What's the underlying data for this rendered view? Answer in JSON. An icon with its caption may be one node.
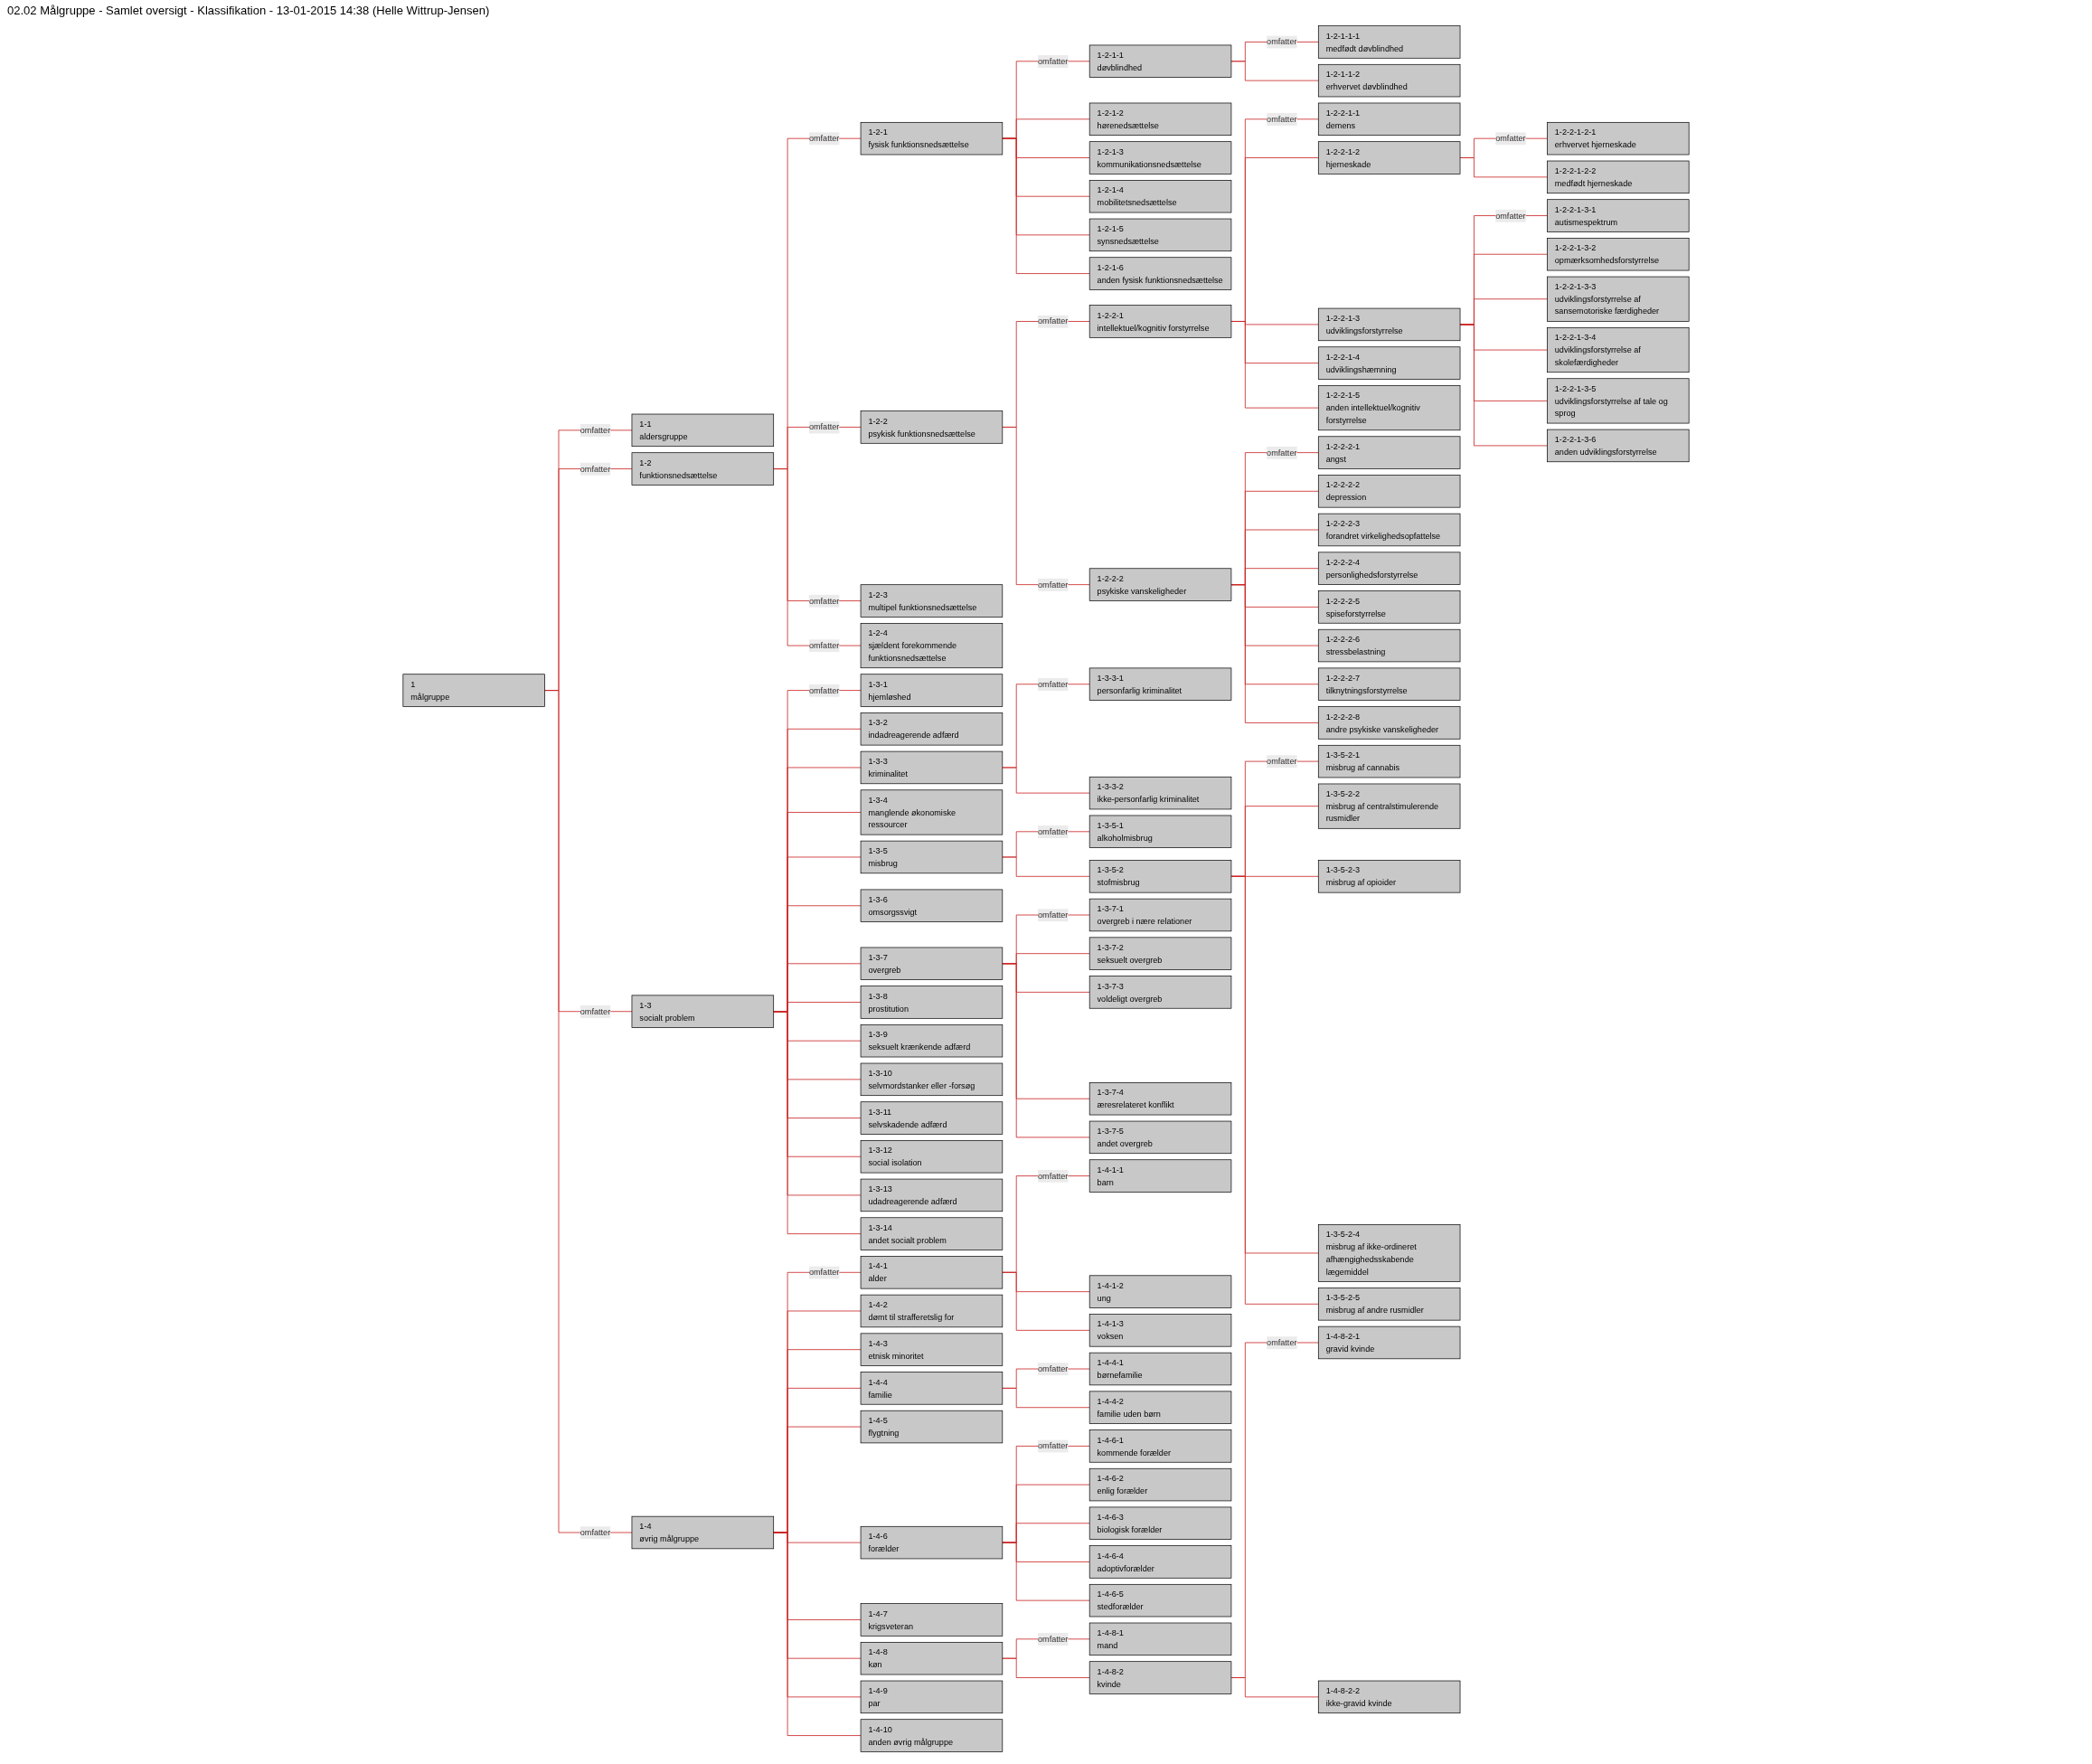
{
  "diagram": {
    "title": "02.02 Målgruppe - Samlet oversigt - Klassifikation - 13-01-2015 14:38 (Helle Wittrup-Jensen)",
    "nodes": [
      {
        "text": [
          "1",
          "målgruppe"
        ]
      },
      {
        "text": [
          "1-1",
          "aldersgruppe"
        ]
      },
      {
        "text": [
          "1-2",
          "funktionsnedsættelse"
        ]
      },
      {
        "text": [
          "1-2-1",
          "fysisk funktionsnedsættelse"
        ]
      },
      {
        "text": [
          "1-2-1-1",
          "døvblindhed"
        ]
      },
      {
        "text": [
          "1-2-1-1-1",
          "medfødt døvblindhed"
        ]
      },
      {
        "text": [
          "1-2-1-1-2",
          "erhvervet døvblindhed"
        ]
      },
      {
        "text": [
          "1-2-1-2",
          "hørenedsættelse"
        ]
      },
      {
        "text": [
          "1-2-1-3",
          "kommunikationsnedsættelse"
        ]
      },
      {
        "text": [
          "1-2-1-4",
          "mobilitetsnedsættelse"
        ]
      },
      {
        "text": [
          "1-2-1-5",
          "synsnedsættelse"
        ]
      },
      {
        "text": [
          "1-2-1-6",
          "anden fysisk funktionsnedsættelse"
        ]
      },
      {
        "text": [
          "1-2-2",
          "psykisk funktionsnedsættelse"
        ]
      },
      {
        "text": [
          "1-2-2-1",
          "intellektuel/kognitiv forstyrrelse"
        ]
      },
      {
        "text": [
          "1-2-2-1-1",
          "demens"
        ]
      },
      {
        "text": [
          "1-2-2-1-2",
          "hjerneskade"
        ]
      },
      {
        "text": [
          "1-2-2-1-2-1",
          "erhvervet hjerneskade"
        ]
      },
      {
        "text": [
          "1-2-2-1-2-2",
          "medfødt hjerneskade"
        ]
      },
      {
        "text": [
          "1-2-2-1-3",
          "udviklingsforstyrrelse"
        ]
      },
      {
        "text": [
          "1-2-2-1-3-1",
          "autismespektrum"
        ]
      },
      {
        "text": [
          "1-2-2-1-3-2",
          "opmærksomhedsforstyrrelse"
        ]
      },
      {
        "text": [
          "1-2-2-1-3-3",
          "udviklingsforstyrrelse af sansemotoriske færdigheder"
        ]
      },
      {
        "text": [
          "1-2-2-1-3-4",
          "udviklingsforstyrrelse af skolefærdigheder"
        ]
      },
      {
        "text": [
          "1-2-2-1-3-5",
          "udviklingsforstyrrelse af tale og sprog"
        ]
      },
      {
        "text": [
          "1-2-2-1-3-6",
          "anden udviklingsforstyrrelse"
        ]
      },
      {
        "text": [
          "1-2-2-1-4",
          "udviklingshæmning"
        ]
      },
      {
        "text": [
          "1-2-2-1-5",
          "anden intellektuel/kognitiv forstyrrelse"
        ]
      },
      {
        "text": [
          "1-2-2-2",
          "psykiske vanskeligheder"
        ]
      },
      {
        "text": [
          "1-2-2-2-1",
          "angst"
        ]
      },
      {
        "text": [
          "1-2-2-2-2",
          "depression"
        ]
      },
      {
        "text": [
          "1-2-2-2-3",
          "forandret virkelighedsopfattelse"
        ]
      },
      {
        "text": [
          "1-2-2-2-4",
          "personlighedsforstyrrelse"
        ]
      },
      {
        "text": [
          "1-2-2-2-5",
          "spiseforstyrrelse"
        ]
      },
      {
        "text": [
          "1-2-2-2-6",
          "stressbelastning"
        ]
      },
      {
        "text": [
          "1-2-2-2-7",
          "tilknytningsforstyrrelse"
        ]
      },
      {
        "text": [
          "1-2-2-2-8",
          "andre psykiske vanskeligheder"
        ]
      },
      {
        "text": [
          "1-2-3",
          "multipel funktionsnedsættelse"
        ]
      },
      {
        "text": [
          "1-2-4",
          "sjældent forekommende funktionsnedsættelse"
        ]
      },
      {
        "text": [
          "1-3",
          "socialt problem"
        ]
      },
      {
        "text": [
          "1-3-1",
          "hjemløshed"
        ]
      },
      {
        "text": [
          "1-3-2",
          "indadreagerende adfærd"
        ]
      },
      {
        "text": [
          "1-3-3",
          "kriminalitet"
        ]
      },
      {
        "text": [
          "1-3-3-1",
          "personfarlig kriminalitet"
        ]
      },
      {
        "text": [
          "1-3-3-2",
          "ikke-personfarlig kriminalitet"
        ]
      },
      {
        "text": [
          "1-3-4",
          "manglende økonomiske ressourcer"
        ]
      },
      {
        "text": [
          "1-3-5",
          "misbrug"
        ]
      },
      {
        "text": [
          "1-3-5-1",
          "alkoholmisbrug"
        ]
      },
      {
        "text": [
          "1-3-5-2",
          "stofmisbrug"
        ]
      },
      {
        "text": [
          "1-3-5-2-1",
          "misbrug af cannabis"
        ]
      },
      {
        "text": [
          "1-3-5-2-2",
          "misbrug af centralstimulerende rusmidler"
        ]
      },
      {
        "text": [
          "1-3-5-2-3",
          "misbrug af opioider"
        ]
      },
      {
        "text": [
          "1-3-5-2-4",
          "misbrug af ikke-ordineret afhængighedsskabende lægemiddel"
        ]
      },
      {
        "text": [
          "1-3-5-2-5",
          "misbrug af andre rusmidler"
        ]
      },
      {
        "text": [
          "1-3-6",
          "omsorgssvigt"
        ]
      },
      {
        "text": [
          "1-3-7",
          "overgreb"
        ]
      },
      {
        "text": [
          "1-3-7-1",
          "overgreb i nære relationer"
        ]
      },
      {
        "text": [
          "1-3-7-2",
          "seksuelt overgreb"
        ]
      },
      {
        "text": [
          "1-3-7-3",
          "voldeligt overgreb"
        ]
      },
      {
        "text": [
          "1-3-7-4",
          "æresrelateret konflikt"
        ]
      },
      {
        "text": [
          "1-3-7-5",
          "andet overgreb"
        ]
      },
      {
        "text": [
          "1-3-8",
          "prostitution"
        ]
      },
      {
        "text": [
          "1-3-9",
          "seksuelt krænkende adfærd"
        ]
      },
      {
        "text": [
          "1-3-10",
          "selvmordstanker eller -forsøg"
        ]
      },
      {
        "text": [
          "1-3-11",
          "selvskadende adfærd"
        ]
      },
      {
        "text": [
          "1-3-12",
          "social isolation"
        ]
      },
      {
        "text": [
          "1-3-13",
          "udadreagerende adfærd"
        ]
      },
      {
        "text": [
          "1-3-14",
          "andet socialt problem"
        ]
      },
      {
        "text": [
          "1-4",
          "øvrig målgruppe"
        ]
      },
      {
        "text": [
          "1-4-1",
          "alder"
        ]
      },
      {
        "text": [
          "1-4-1-1",
          "barn"
        ]
      },
      {
        "text": [
          "1-4-1-2",
          "ung"
        ]
      },
      {
        "text": [
          "1-4-1-3",
          "voksen"
        ]
      },
      {
        "text": [
          "1-4-2",
          "dømt til strafferetslig for"
        ]
      },
      {
        "text": [
          "1-4-3",
          "etnisk minoritet"
        ]
      },
      {
        "text": [
          "1-4-4",
          "familie"
        ]
      },
      {
        "text": [
          "1-4-4-1",
          "børnefamilie"
        ]
      },
      {
        "text": [
          "1-4-4-2",
          "familie uden børn"
        ]
      },
      {
        "text": [
          "1-4-5",
          "flygtning"
        ]
      },
      {
        "text": [
          "1-4-6",
          "forælder"
        ]
      },
      {
        "text": [
          "1-4-6-1",
          "kommende forælder"
        ]
      },
      {
        "text": [
          "1-4-6-2",
          "enlig forælder"
        ]
      },
      {
        "text": [
          "1-4-6-3",
          "biologisk forælder"
        ]
      },
      {
        "text": [
          "1-4-6-4",
          "adoptivforælder"
        ]
      },
      {
        "text": [
          "1-4-6-5",
          "stedforælder"
        ]
      },
      {
        "text": [
          "1-4-7",
          "krigsveteran"
        ]
      },
      {
        "text": [
          "1-4-8",
          "køn"
        ]
      },
      {
        "text": [
          "1-4-8-1",
          "mand"
        ]
      },
      {
        "text": [
          "1-4-8-2",
          "kvinde"
        ]
      },
      {
        "text": [
          "1-4-8-2-1",
          "gravid kvinde"
        ]
      },
      {
        "text": [
          "1-4-8-2-2",
          "ikke-gravid kvinde"
        ]
      },
      {
        "text": [
          "1-4-9",
          "par"
        ]
      },
      {
        "text": [
          "1-4-10",
          "anden øvrig målgruppe"
        ]
      }
    ],
    "edges": [
      {
        "from": 0,
        "to": 1,
        "arrow": "none",
        "label": "omfatter"
      },
      {
        "from": 0,
        "to": 2,
        "arrow": "none",
        "label": "omfatter"
      },
      {
        "from": 0,
        "to": 38,
        "arrow": "none",
        "label": "omfatter"
      },
      {
        "from": 0,
        "to": 67,
        "arrow": "none",
        "label": "omfatter"
      },
      {
        "from": 2,
        "to": 3,
        "arrow": "none",
        "label": "omfatter"
      },
      {
        "from": 2,
        "to": 12,
        "arrow": "none",
        "label": "omfatter"
      },
      {
        "from": 2,
        "to": 36,
        "arrow": "none",
        "label": "omfatter"
      },
      {
        "from": 2,
        "to": 37,
        "arrow": "none",
        "label": "omfatter"
      },
      {
        "from": 3,
        "to": 4,
        "arrow": "none",
        "label": "omfatter"
      },
      {
        "from": 3,
        "to": 7,
        "arrow": "none"
      },
      {
        "from": 3,
        "to": 8,
        "arrow": "none"
      },
      {
        "from": 3,
        "to": 9,
        "arrow": "none"
      },
      {
        "from": 3,
        "to": 10,
        "arrow": "none"
      },
      {
        "from": 3,
        "to": 11,
        "arrow": "none"
      },
      {
        "from": 4,
        "to": 5,
        "arrow": "none",
        "label": "omfatter"
      },
      {
        "from": 4,
        "to": 6,
        "arrow": "none"
      },
      {
        "from": 12,
        "to": 13,
        "arrow": "none",
        "label": "omfatter"
      },
      {
        "from": 12,
        "to": 27,
        "arrow": "none",
        "label": "omfatter"
      },
      {
        "from": 13,
        "to": 14,
        "arrow": "none",
        "label": "omfatter"
      },
      {
        "from": 13,
        "to": 15,
        "arrow": "none"
      },
      {
        "from": 13,
        "to": 18,
        "arrow": "none"
      },
      {
        "from": 13,
        "to": 25,
        "arrow": "none"
      },
      {
        "from": 13,
        "to": 26,
        "arrow": "none"
      },
      {
        "from": 15,
        "to": 16,
        "arrow": "none",
        "label": "omfatter"
      },
      {
        "from": 15,
        "to": 17,
        "arrow": "none"
      },
      {
        "from": 18,
        "to": 19,
        "arrow": "none",
        "label": "omfatter"
      },
      {
        "from": 18,
        "to": 20,
        "arrow": "none"
      },
      {
        "from": 18,
        "to": 21,
        "arrow": "none"
      },
      {
        "from": 18,
        "to": 22,
        "arrow": "none"
      },
      {
        "from": 18,
        "to": 23,
        "arrow": "none"
      },
      {
        "from": 18,
        "to": 24,
        "arrow": "none"
      },
      {
        "from": 27,
        "to": 28,
        "arrow": "none",
        "label": "omfatter"
      },
      {
        "from": 27,
        "to": 29,
        "arrow": "none"
      },
      {
        "from": 27,
        "to": 30,
        "arrow": "none"
      },
      {
        "from": 27,
        "to": 31,
        "arrow": "none"
      },
      {
        "from": 27,
        "to": 32,
        "arrow": "none"
      },
      {
        "from": 27,
        "to": 33,
        "arrow": "none"
      },
      {
        "from": 27,
        "to": 34,
        "arrow": "none"
      },
      {
        "from": 27,
        "to": 35,
        "arrow": "none"
      },
      {
        "from": 38,
        "to": 39,
        "arrow": "none",
        "label": "omfatter"
      },
      {
        "from": 38,
        "to": 40,
        "arrow": "none"
      },
      {
        "from": 38,
        "to": 41,
        "arrow": "none"
      },
      {
        "from": 38,
        "to": 44,
        "arrow": "none"
      },
      {
        "from": 38,
        "to": 45,
        "arrow": "none"
      },
      {
        "from": 38,
        "to": 53,
        "arrow": "none"
      },
      {
        "from": 38,
        "to": 54,
        "arrow": "none"
      },
      {
        "from": 38,
        "to": 60,
        "arrow": "none"
      },
      {
        "from": 38,
        "to": 61,
        "arrow": "none"
      },
      {
        "from": 38,
        "to": 62,
        "arrow": "none"
      },
      {
        "from": 38,
        "to": 63,
        "arrow": "none"
      },
      {
        "from": 38,
        "to": 64,
        "arrow": "none"
      },
      {
        "from": 38,
        "to": 65,
        "arrow": "none"
      },
      {
        "from": 38,
        "to": 66,
        "arrow": "none"
      },
      {
        "from": 41,
        "to": 42,
        "arrow": "none",
        "label": "omfatter"
      },
      {
        "from": 41,
        "to": 43,
        "arrow": "none"
      },
      {
        "from": 45,
        "to": 46,
        "arrow": "none",
        "label": "omfatter"
      },
      {
        "from": 45,
        "to": 47,
        "arrow": "none"
      },
      {
        "from": 47,
        "to": 48,
        "arrow": "none",
        "label": "omfatter"
      },
      {
        "from": 47,
        "to": 49,
        "arrow": "none"
      },
      {
        "from": 47,
        "to": 50,
        "arrow": "none"
      },
      {
        "from": 47,
        "to": 51,
        "arrow": "none"
      },
      {
        "from": 47,
        "to": 52,
        "arrow": "none"
      },
      {
        "from": 54,
        "to": 55,
        "arrow": "none",
        "label": "omfatter"
      },
      {
        "from": 54,
        "to": 56,
        "arrow": "none"
      },
      {
        "from": 54,
        "to": 57,
        "arrow": "none"
      },
      {
        "from": 54,
        "to": 58,
        "arrow": "none"
      },
      {
        "from": 54,
        "to": 59,
        "arrow": "none"
      },
      {
        "from": 67,
        "to": 68,
        "arrow": "none",
        "label": "omfatter"
      },
      {
        "from": 67,
        "to": 72,
        "arrow": "none"
      },
      {
        "from": 67,
        "to": 73,
        "arrow": "none"
      },
      {
        "from": 67,
        "to": 74,
        "arrow": "none"
      },
      {
        "from": 67,
        "to": 77,
        "arrow": "none"
      },
      {
        "from": 67,
        "to": 78,
        "arrow": "none"
      },
      {
        "from": 67,
        "to": 84,
        "arrow": "none"
      },
      {
        "from": 67,
        "to": 85,
        "arrow": "none"
      },
      {
        "from": 67,
        "to": 90,
        "arrow": "none"
      },
      {
        "from": 67,
        "to": 91,
        "arrow": "none"
      },
      {
        "from": 68,
        "to": 69,
        "arrow": "none",
        "label": "omfatter"
      },
      {
        "from": 68,
        "to": 70,
        "arrow": "none"
      },
      {
        "from": 68,
        "to": 71,
        "arrow": "none"
      },
      {
        "from": 74,
        "to": 75,
        "arrow": "none",
        "label": "omfatter"
      },
      {
        "from": 74,
        "to": 76,
        "arrow": "none"
      },
      {
        "from": 78,
        "to": 79,
        "arrow": "none",
        "label": "omfatter"
      },
      {
        "from": 78,
        "to": 80,
        "arrow": "none"
      },
      {
        "from": 78,
        "to": 81,
        "arrow": "none"
      },
      {
        "from": 78,
        "to": 82,
        "arrow": "none"
      },
      {
        "from": 78,
        "to": 83,
        "arrow": "none"
      },
      {
        "from": 85,
        "to": 86,
        "arrow": "none",
        "label": "omfatter"
      },
      {
        "from": 85,
        "to": 87,
        "arrow": "none"
      },
      {
        "from": 87,
        "to": 88,
        "arrow": "none",
        "label": "omfatter"
      },
      {
        "from": 87,
        "to": 89,
        "arrow": "none"
      }
    ]
  }
}
